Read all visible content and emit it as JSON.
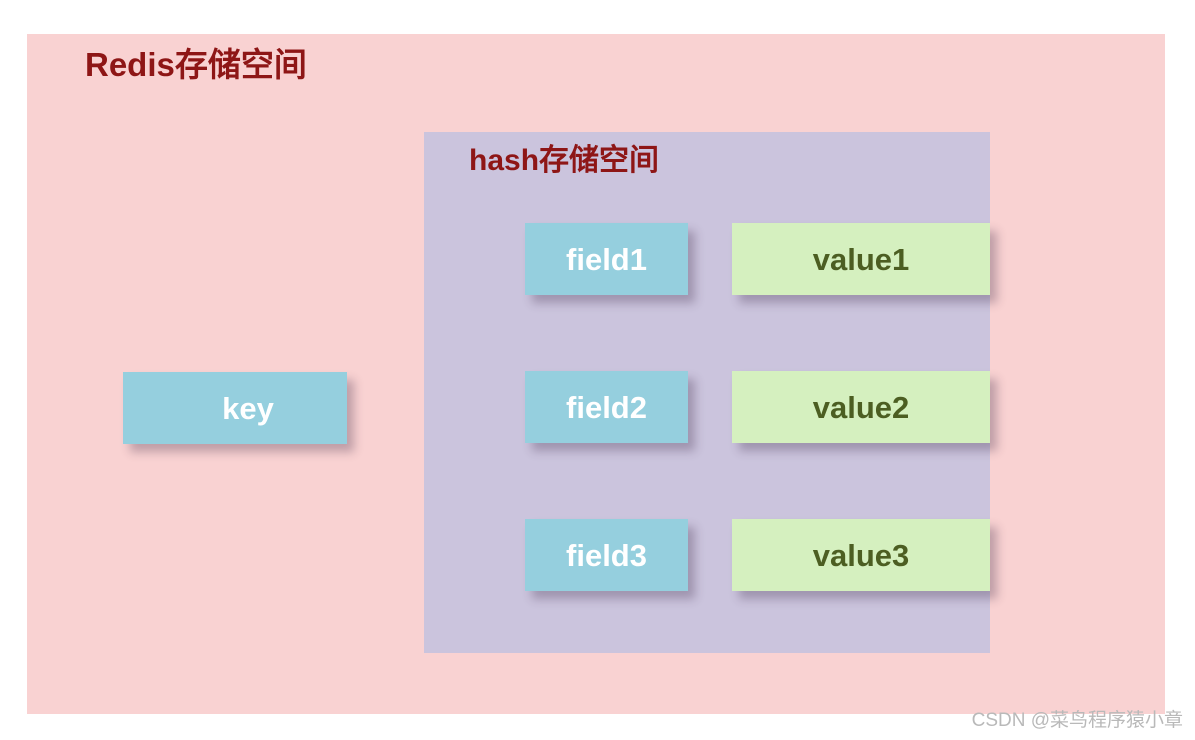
{
  "diagram": {
    "outer_panel": {
      "title": "Redis存储空间",
      "background_color": "#f9d2d2",
      "title_color": "#8e1616"
    },
    "inner_panel": {
      "title": "hash存储空间",
      "background_color": "#cbc4dd",
      "title_color": "#8e1616"
    },
    "key_box": {
      "label": "key",
      "background_color": "#95cfde",
      "text_color": "#ffffff"
    },
    "entries": [
      {
        "field": "field1",
        "value": "value1"
      },
      {
        "field": "field2",
        "value": "value2"
      },
      {
        "field": "field3",
        "value": "value3"
      }
    ],
    "field_box_style": {
      "background_color": "#95cfde",
      "text_color": "#ffffff"
    },
    "value_box_style": {
      "background_color": "#d5f0bf",
      "text_color": "#4c5e22"
    }
  },
  "watermark": {
    "text": "CSDN @菜鸟程序猿小章",
    "color": "#b9b9b9"
  }
}
